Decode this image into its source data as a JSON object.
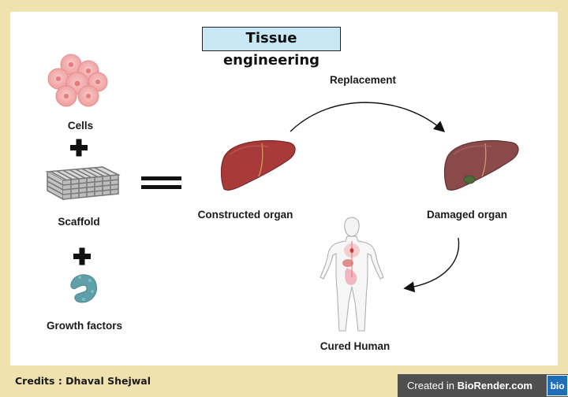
{
  "title": "Tissue engineering",
  "labels": {
    "cells": "Cells",
    "scaffold": "Scaffold",
    "growth_factors": "Growth factors",
    "constructed_organ": "Constructed organ",
    "replacement": "Replacement",
    "damaged_organ": "Damaged organ",
    "cured_human": "Cured Human"
  },
  "credits": "Credits : Dhaval Shejwal",
  "badge": {
    "prefix": "Created in ",
    "brand": "BioRender.com",
    "logo": "bio"
  },
  "colors": {
    "background": "#efe2ae",
    "title_box": "#c7e8f4",
    "liver_healthy": "#a83a3a",
    "liver_damaged": "#8a4a4a",
    "growth_factor": "#5f9fa8",
    "cells": "#f2a9a9"
  }
}
